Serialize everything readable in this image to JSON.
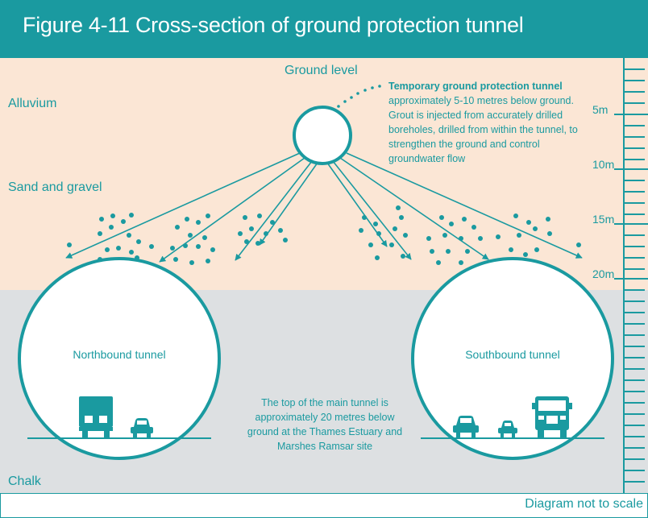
{
  "title": "Figure 4-11 Cross-section of ground protection tunnel",
  "labels": {
    "ground_level": "Ground level",
    "alluvium": "Alluvium",
    "sand_gravel": "Sand and gravel",
    "chalk": "Chalk"
  },
  "callout": {
    "bold": "Temporary ground protection tunnel",
    "text": " approximately 5-10 metres below ground. Grout is injected from accurately drilled boreholes, drilled from within the tunnel, to strengthen the ground and control groundwater flow"
  },
  "tunnels": {
    "north": "Northbound tunnel",
    "south": "Southbound tunnel"
  },
  "center_note": "The top of the main tunnel is approximately 20 metres below ground at the Thames Estuary and Marshes Ramsar site",
  "depth_scale": [
    "5m",
    "10m",
    "15m",
    "20m"
  ],
  "footnote": "Diagram not to scale",
  "colors": {
    "teal": "#1a9aa0",
    "sand": "#fbe6d5",
    "chalk": "#dde0e2"
  }
}
